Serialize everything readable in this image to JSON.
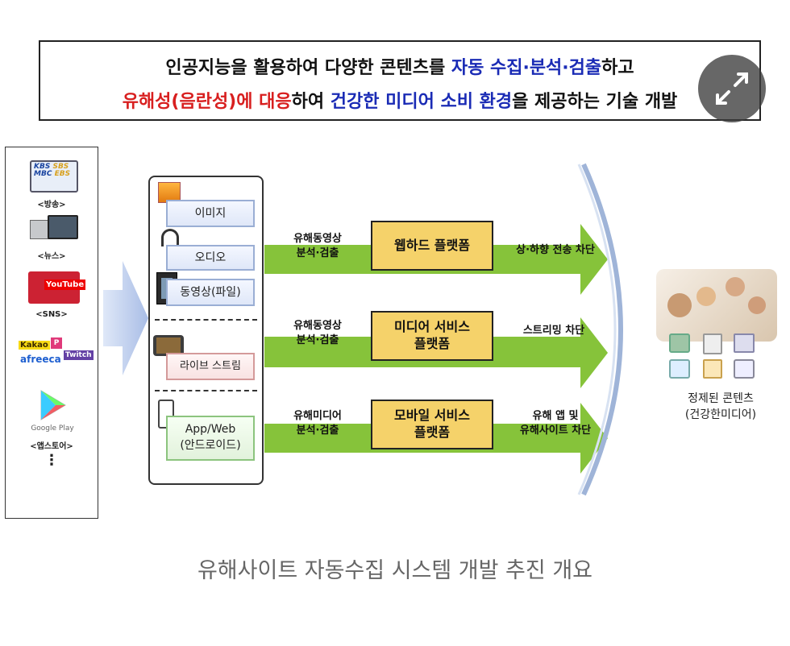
{
  "banner": {
    "line1": [
      {
        "text": "인공지능을 활용하여 다양한 콘텐츠를 ",
        "color": "black"
      },
      {
        "text": "자동 수집·분석·검출",
        "color": "blue"
      },
      {
        "text": "하고",
        "color": "black"
      }
    ],
    "line2": [
      {
        "text": "유해성(음란성)에 대응",
        "color": "red"
      },
      {
        "text": "하여 ",
        "color": "black"
      },
      {
        "text": "건강한 미디어 소비 환경",
        "color": "blue"
      },
      {
        "text": "을 제공하는 기술 개발",
        "color": "black"
      }
    ]
  },
  "sources": [
    {
      "caption": "<방송>",
      "logos": [
        "KBS",
        "SBS",
        "MBC",
        "EBS"
      ]
    },
    {
      "caption": "<뉴스>"
    },
    {
      "caption": "<SNS>",
      "logos": [
        "YouTube"
      ]
    },
    {
      "caption": "",
      "logos": [
        "Kakao",
        "afreeca",
        "Twitch"
      ]
    },
    {
      "caption": "<앱스토어>",
      "logos": [
        "Google Play"
      ]
    },
    {
      "caption": "⋮"
    }
  ],
  "content_types": {
    "image": "이미지",
    "audio": "오디오",
    "video": "동영상(파일)",
    "live": "라이브 스트림",
    "app_web_line1": "App/Web",
    "app_web_line2": "(안드로이드)"
  },
  "rows": [
    {
      "left_label": [
        "유해동영상",
        "분석·검출"
      ],
      "platform": [
        "웹하드 플랫폼"
      ],
      "right_label": [
        "상·하향 전송 차단"
      ]
    },
    {
      "left_label": [
        "유해동영상",
        "분석·검출"
      ],
      "platform": [
        "미디어 서비스",
        "플랫폼"
      ],
      "right_label": [
        "스트리밍 차단"
      ]
    },
    {
      "left_label": [
        "유해미디어",
        "분석·검출"
      ],
      "platform": [
        "모바일 서비스",
        "플랫폼"
      ],
      "right_label": [
        "유해 앱 및",
        "유해사이트 차단"
      ]
    }
  ],
  "result": {
    "line1": "정제된 콘텐츠",
    "line2": "(건강한미디어)"
  },
  "caption": "유해사이트 자동수집 시스템 개발 추진 개요",
  "colors": {
    "red": "#d81f1f",
    "blue": "#1a2bb5",
    "arrow_green": "#86c33a",
    "platform_yellow": "#f5d26a"
  }
}
